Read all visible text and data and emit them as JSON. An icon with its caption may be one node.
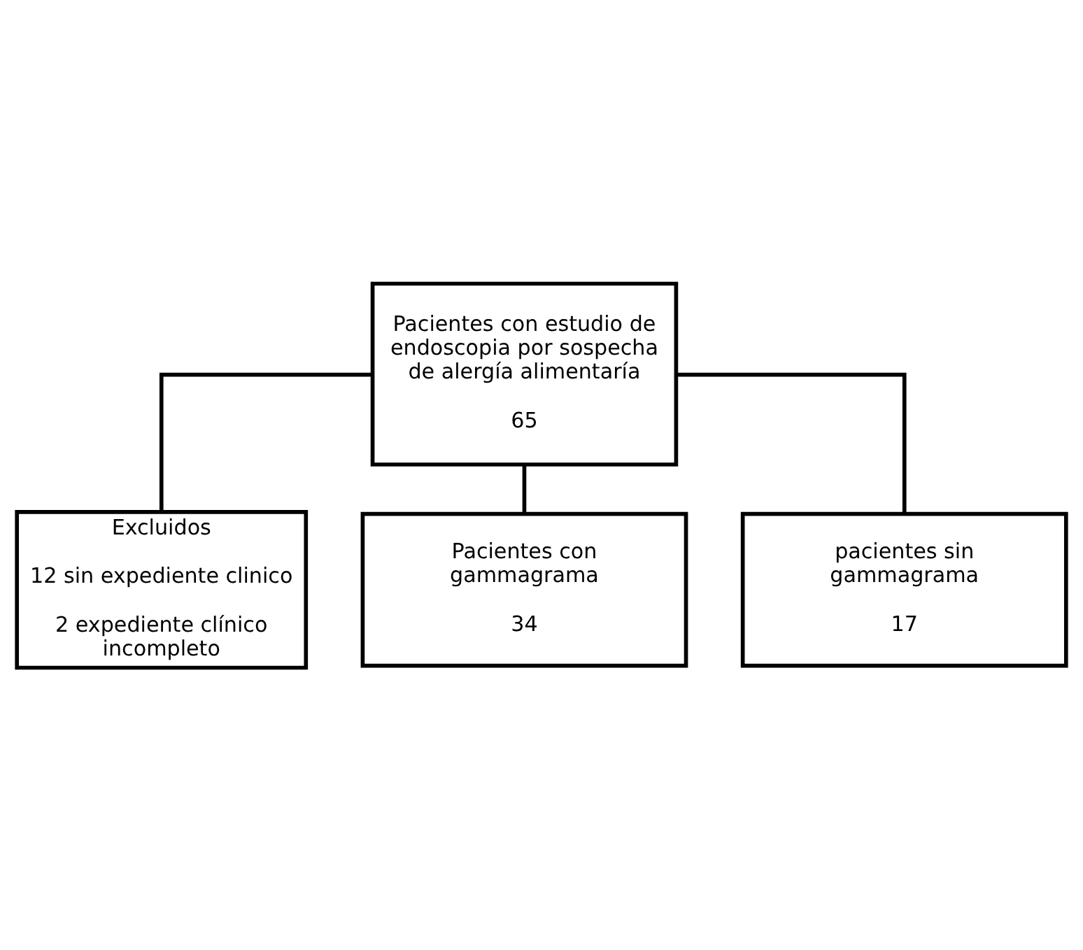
{
  "diagram": {
    "nodes": [
      {
        "text": [
          "Pacientes con estudio de endoscopia por sospecha de alergía alimentaría",
          "65"
        ]
      },
      {
        "text": [
          "Excluidos",
          "12 sin expediente clinico",
          "2 expediente clínico incompleto"
        ]
      },
      {
        "text": [
          "Pacientes con gammagrama",
          "34"
        ]
      },
      {
        "text": [
          "pacientes sin gammagrama",
          "17"
        ]
      }
    ],
    "edges": [
      {
        "from": 0,
        "to": 1,
        "arrow": "none"
      },
      {
        "from": 0,
        "to": 2,
        "arrow": "none"
      },
      {
        "from": 0,
        "to": 3,
        "arrow": "none"
      }
    ]
  }
}
